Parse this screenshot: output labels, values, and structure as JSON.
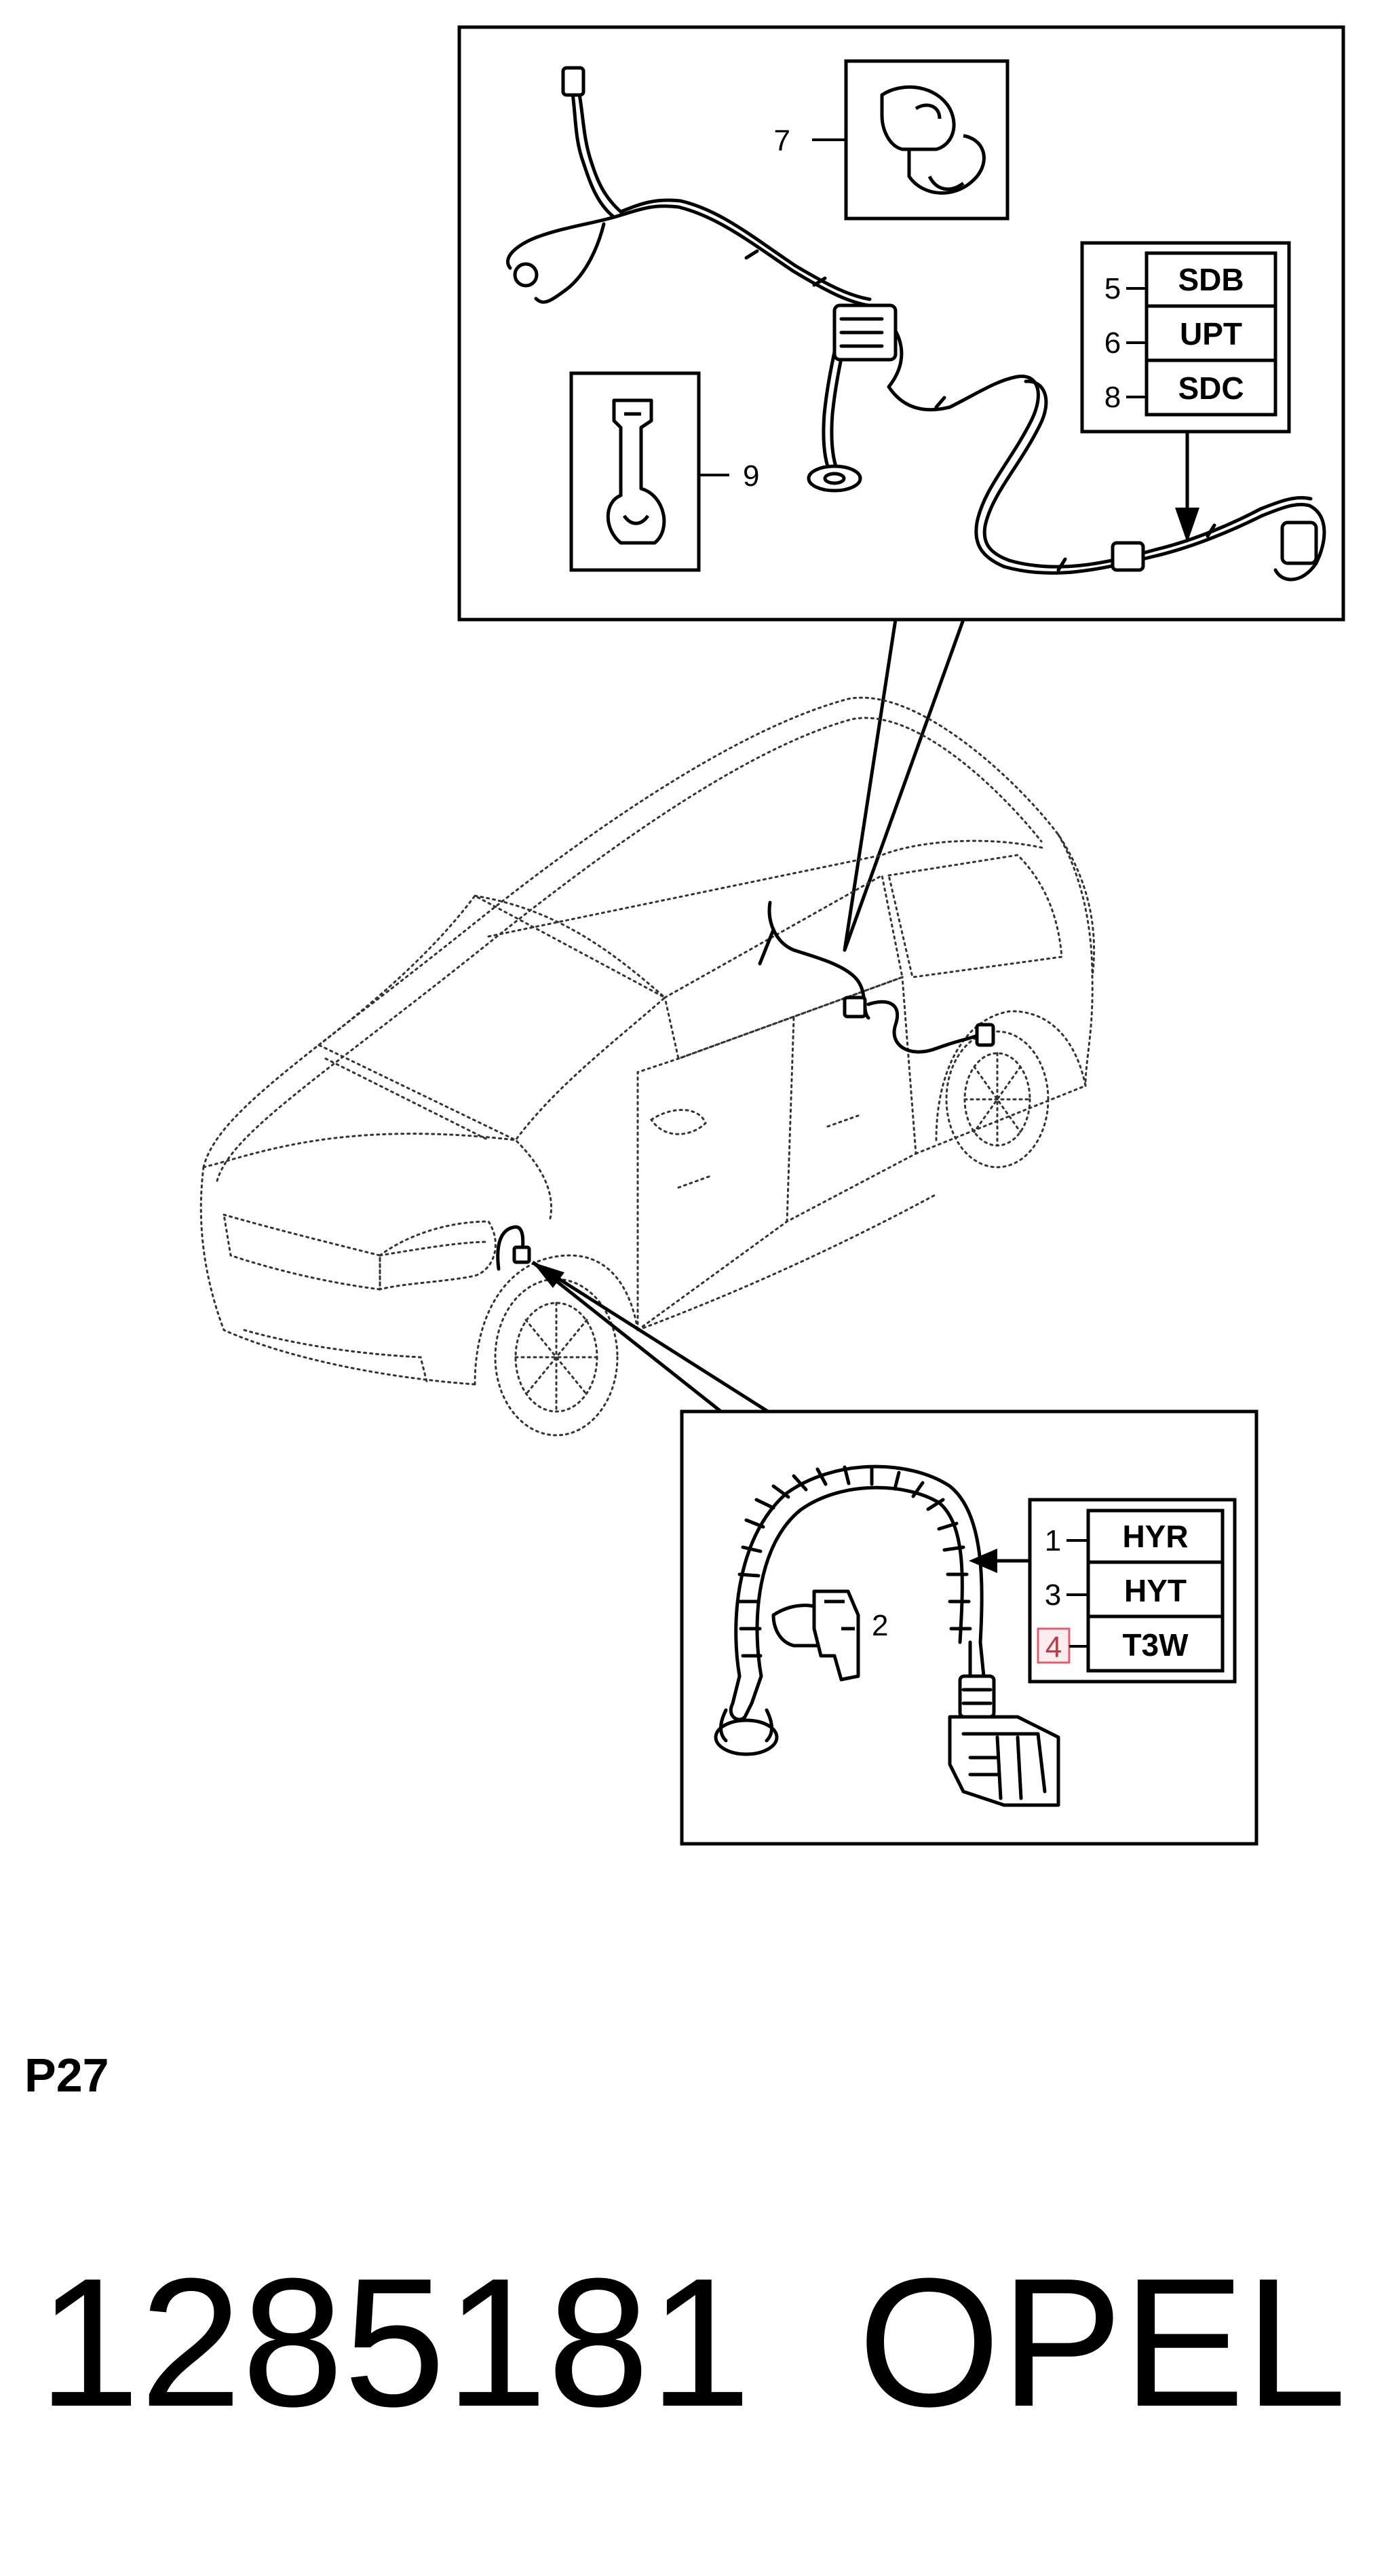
{
  "figure_code": "P27",
  "part_number": "1285181",
  "brand": "OPEL",
  "upper_inset": {
    "clip_callout": "7",
    "bracket_callout": "9",
    "codes": [
      {
        "num": "5",
        "code": "SDB"
      },
      {
        "num": "6",
        "code": "UPT"
      },
      {
        "num": "8",
        "code": "SDC"
      }
    ]
  },
  "lower_inset": {
    "clip_callout": "2",
    "codes": [
      {
        "num": "1",
        "code": "HYR",
        "highlighted": false
      },
      {
        "num": "3",
        "code": "HYT",
        "highlighted": false
      },
      {
        "num": "4",
        "code": "T3W",
        "highlighted": true
      }
    ]
  },
  "colors": {
    "line": "#000000",
    "highlight": "#e06070"
  }
}
